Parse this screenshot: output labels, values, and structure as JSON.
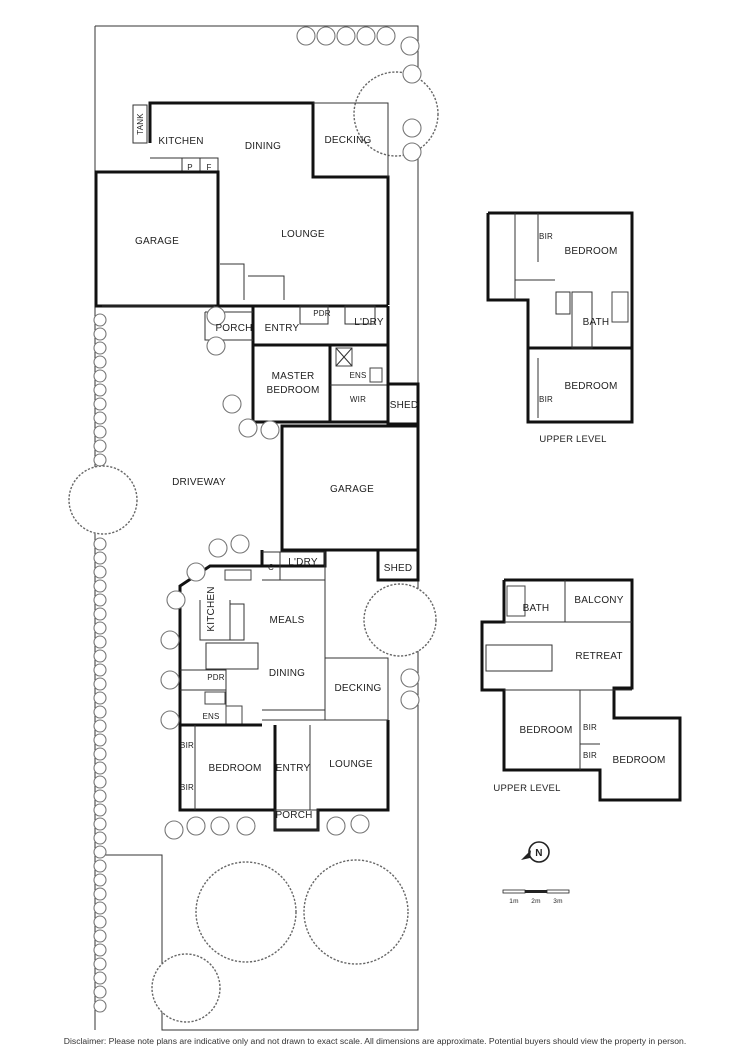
{
  "front_house": {
    "rooms": {
      "tank": "TANK",
      "kitchen": "KITCHEN",
      "pantry": "P",
      "fridge": "F",
      "dining": "DINING",
      "decking": "DECKING",
      "garage": "GARAGE",
      "lounge": "LOUNGE",
      "porch": "PORCH",
      "entry": "ENTRY",
      "powder": "PDR",
      "laundry": "L'DRY",
      "master_line1": "MASTER",
      "master_line2": "BEDROOM",
      "ensuite": "ENS",
      "wir": "WIR",
      "shed": "SHED"
    }
  },
  "site": {
    "driveway": "DRIVEWAY"
  },
  "rear_house": {
    "rooms": {
      "garage": "GARAGE",
      "laundry": "L'DRY",
      "cupboard": "C",
      "shed": "SHED",
      "kitchen": "KITCHEN",
      "meals": "MEALS",
      "dining": "DINING",
      "powder": "PDR",
      "ensuite": "ENS",
      "decking": "DECKING",
      "bir1": "BIR",
      "bir2": "BIR",
      "bedroom": "BEDROOM",
      "entry": "ENTRY",
      "lounge": "LOUNGE",
      "porch": "PORCH"
    }
  },
  "upper_level_front": {
    "caption": "UPPER LEVEL",
    "rooms": {
      "bir1": "BIR",
      "bedroom1": "BEDROOM",
      "bath": "BATH",
      "bir2": "BIR",
      "bedroom2": "BEDROOM"
    }
  },
  "upper_level_rear": {
    "caption": "UPPER LEVEL",
    "rooms": {
      "bath": "BATH",
      "balcony": "BALCONY",
      "retreat": "RETREAT",
      "bedroom1": "BEDROOM",
      "bir1": "BIR",
      "bir2": "BIR",
      "bedroom2": "BEDROOM"
    }
  },
  "compass": {
    "label": "N"
  },
  "scale_bar": {
    "ticks": [
      "1m",
      "2m",
      "3m"
    ]
  },
  "disclaimer": "Disclaimer: Please note plans are indicative only and not drawn to exact scale. All dimensions are approximate. Potential buyers should view the property in person."
}
